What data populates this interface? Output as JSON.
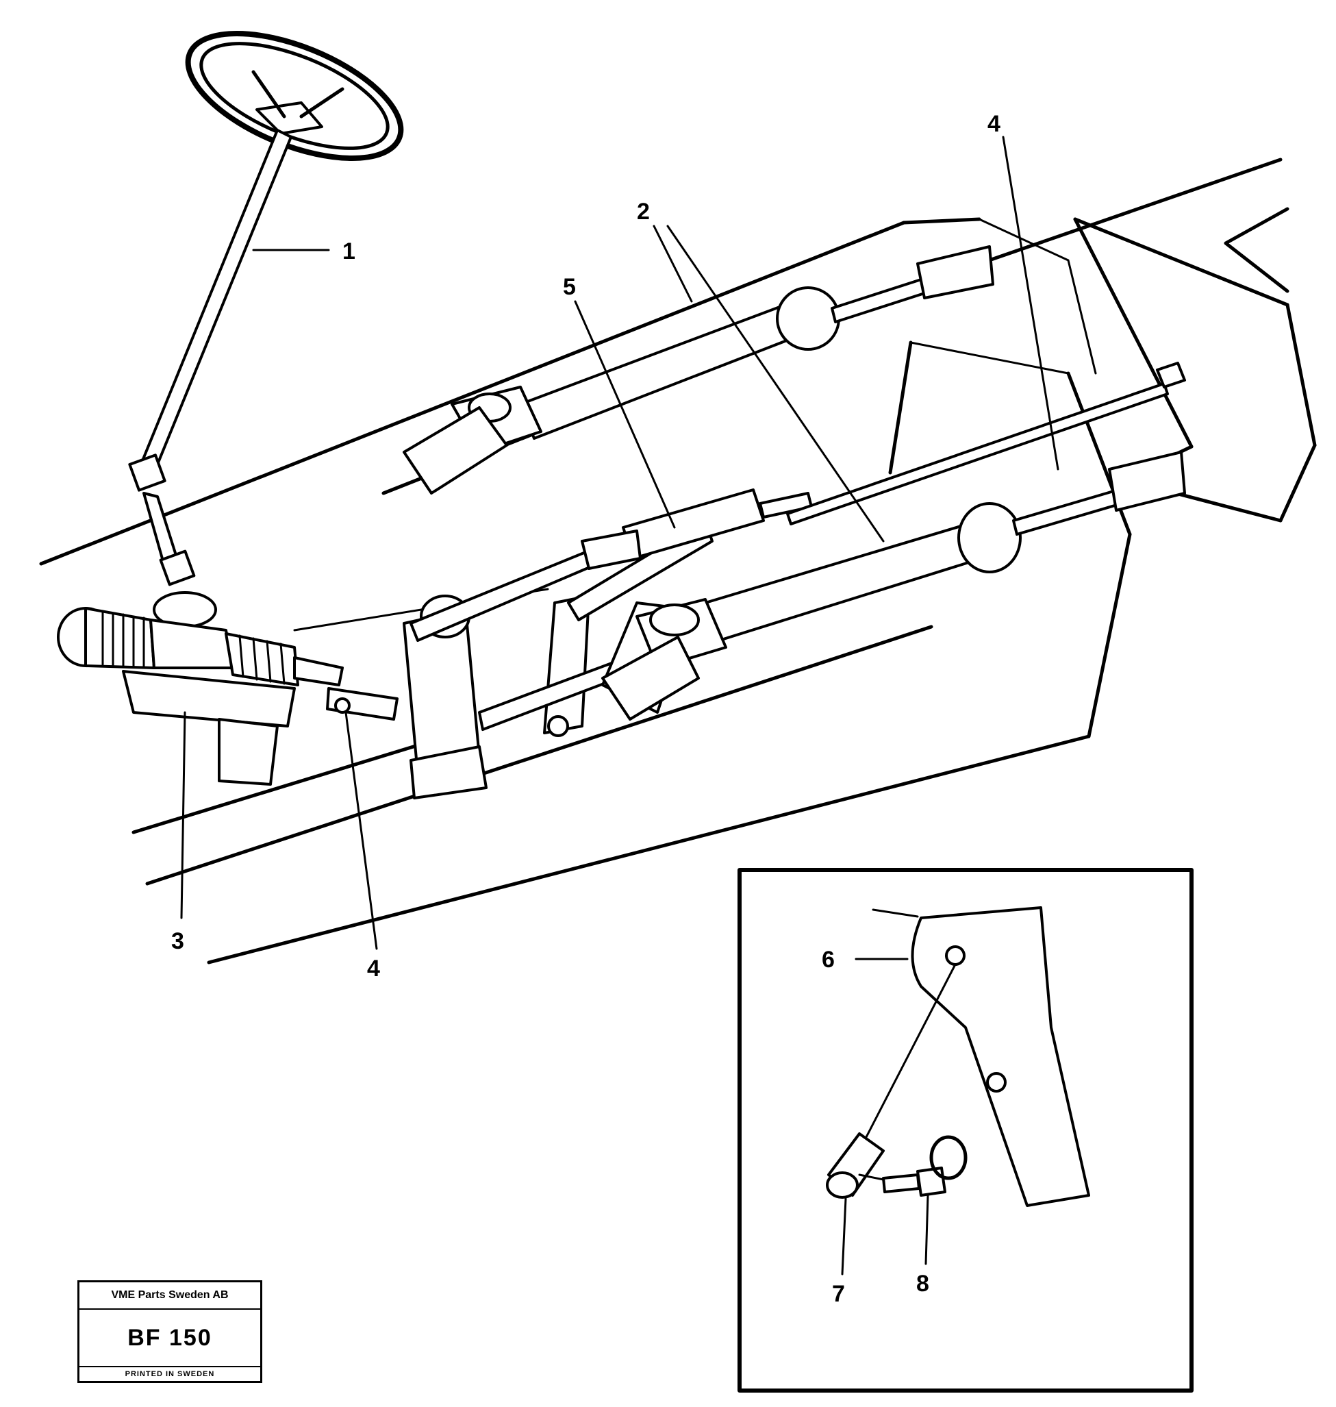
{
  "callouts": {
    "c1": "1",
    "c2": "2",
    "c3": "3",
    "c4_top": "4",
    "c4_bottom": "4",
    "c5": "5",
    "c6": "6",
    "c7": "7",
    "c8": "8"
  },
  "stamp": {
    "company": "VME Parts Sweden AB",
    "code": "BF 150",
    "printed": "PRINTED IN SWEDEN"
  }
}
